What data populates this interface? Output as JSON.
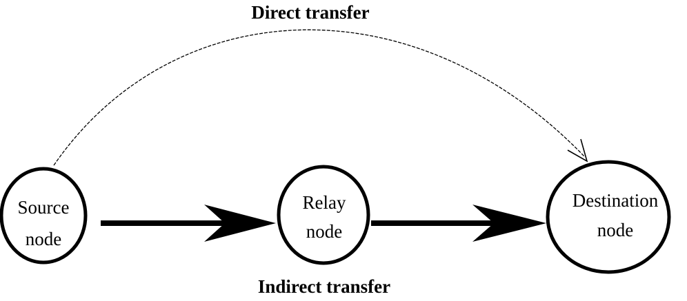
{
  "diagram": {
    "direct_label": "Direct transfer",
    "indirect_label": "Indirect transfer",
    "nodes": {
      "source": {
        "line1": "Source",
        "line2": "node"
      },
      "relay": {
        "line1": "Relay",
        "line2": "node"
      },
      "destination": {
        "line1": "Destination",
        "line2": "node"
      }
    }
  },
  "colors": {
    "stroke": "#000000",
    "background": "#ffffff"
  }
}
